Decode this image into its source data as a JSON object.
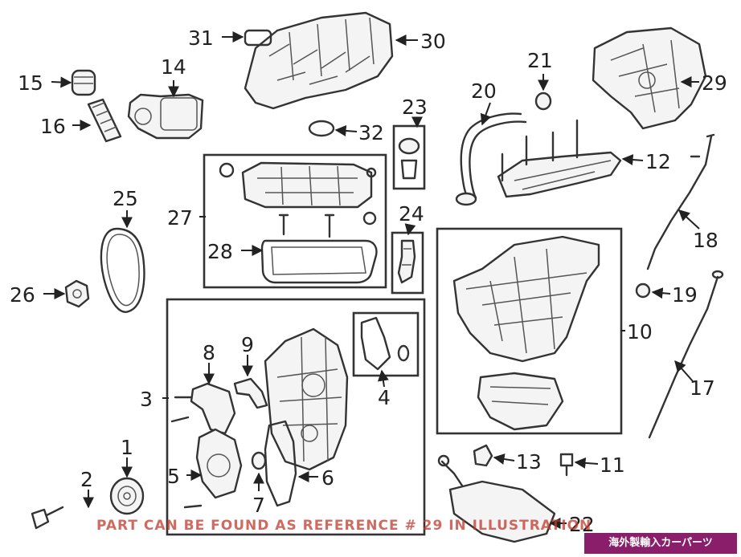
{
  "callouts": [
    "1",
    "2",
    "3",
    "4",
    "5",
    "6",
    "7",
    "8",
    "9",
    "10",
    "11",
    "12",
    "13",
    "14",
    "15",
    "16",
    "17",
    "18",
    "19",
    "20",
    "21",
    "22",
    "23",
    "24",
    "25",
    "26",
    "27",
    "28",
    "29",
    "30",
    "31",
    "32"
  ],
  "watermark_text": "PART CAN BE FOUND AS REFERENCE # 29 IN ILLUSTRATION",
  "store_badge": "海外製輸入カーパーツ",
  "colors": {
    "line": "#333333",
    "watermark": "#c0392b",
    "badge_bg": "#8b1e6b",
    "badge_text": "#ffffff"
  }
}
